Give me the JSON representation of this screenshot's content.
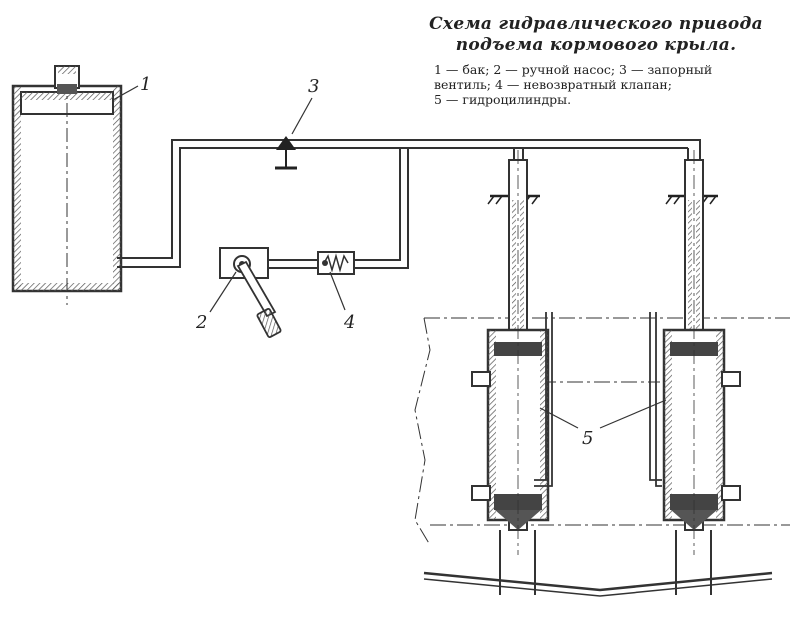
{
  "caption": {
    "title_line1": "Схема гидравлического привода",
    "title_line2": "подъема кормового крыла.",
    "legend_line1": "1 — бак; 2 — ручной насос; 3 — запорный",
    "legend_line2": "вентиль; 4 — невозвратный клапан;",
    "legend_line3": "5 — гидроцилиндры."
  },
  "labels": {
    "tank": "1",
    "pump": "2",
    "valve": "3",
    "check_valve": "4",
    "cylinders": "5"
  },
  "colors": {
    "ink": "#333333",
    "paper": "#ffffff",
    "hatch": "#555555"
  }
}
